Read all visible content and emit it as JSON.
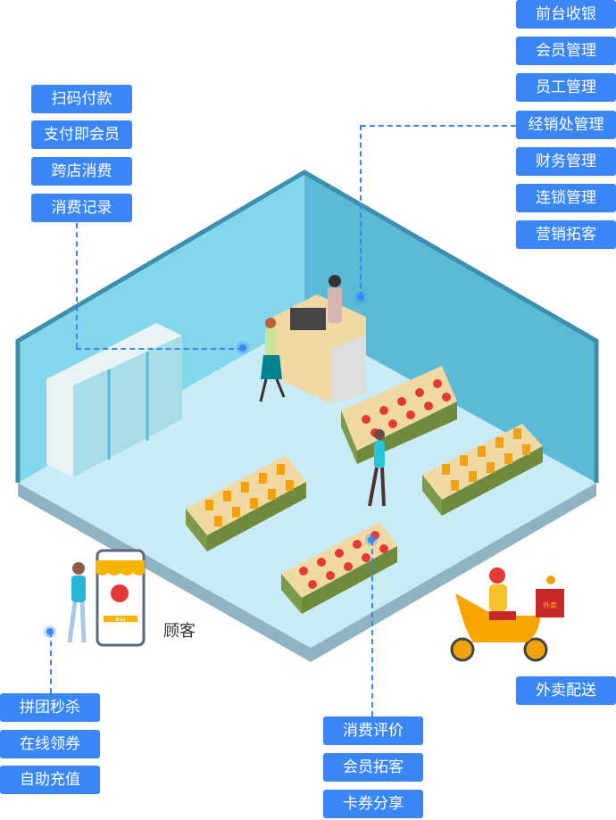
{
  "left_top_tags": [
    "扫码付款",
    "支付即会员",
    "跨店消费",
    "消费记录"
  ],
  "right_tags": [
    "前台收银",
    "会员管理",
    "员工管理",
    "经销处管理",
    "财务管理",
    "连锁管理",
    "营销拓客"
  ],
  "bottom_left_tags": [
    "拼团秒杀",
    "在线领券",
    "自助充值"
  ],
  "bottom_mid_tags": [
    "消费评价",
    "会员拓客",
    "卡券分享"
  ],
  "delivery_tag": "外卖配送",
  "customer_label": "顾客",
  "phone_button": "Buy",
  "delivery_box_text": "外卖",
  "colors": {
    "accent": "#3a86f7",
    "wall_left": "#84d6ec",
    "wall_right": "#5bbad6",
    "floor": "#c8ebf5"
  }
}
